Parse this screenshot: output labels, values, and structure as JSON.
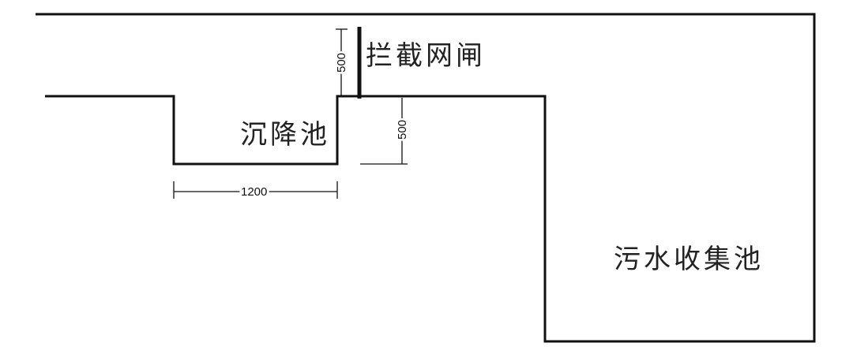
{
  "labels": {
    "gate": "拦截网闸",
    "settling_tank": "沉降池",
    "sewage_tank": "污水收集池"
  },
  "dimensions": {
    "gate_height": "500",
    "tank_depth": "500",
    "tank_width": "1200"
  }
}
